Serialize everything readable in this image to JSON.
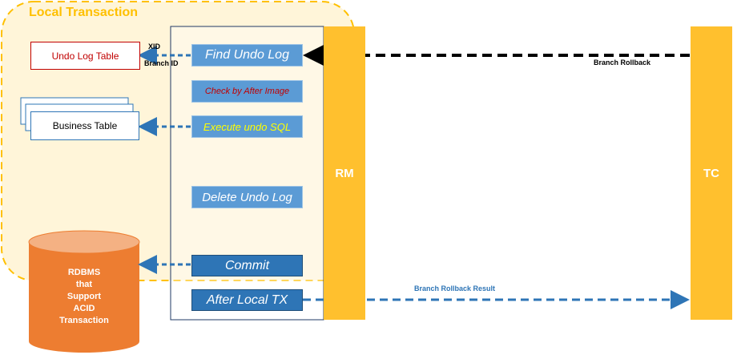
{
  "local_transaction": {
    "title": "Local Transaction"
  },
  "tables": {
    "undo_log_table": "Undo Log Table",
    "business_table": "Business Table"
  },
  "steps": {
    "find_undo_log": "Find Undo Log",
    "check_after_image": "Check by After Image",
    "execute_undo_sql": "Execute undo SQL",
    "delete_undo_log": "Delete Undo Log",
    "commit": "Commit",
    "after_local_tx": "After Local TX"
  },
  "labels": {
    "xid": "XID",
    "branch_id": "Branch ID",
    "branch_rollback": "Branch Rollback",
    "branch_rollback_result": "Branch Rollback Result"
  },
  "components": {
    "rm": "RM",
    "tc": "TC"
  },
  "database": {
    "lines": [
      "RDBMS",
      "that",
      "Support",
      "ACID",
      "Transaction"
    ]
  },
  "colors": {
    "accent_yellow": "#FFC000",
    "local_bg": "#FFF2CC",
    "step_blue": "#5B9BD5",
    "step_dark_blue": "#2E75B6",
    "arrow_blue": "#2E75B6",
    "db_orange": "#ED7D31",
    "bar_orange": "#FFC02E",
    "check_text": "#C00000",
    "execute_text": "#FFFF00",
    "undo_table_text": "#C00000"
  }
}
